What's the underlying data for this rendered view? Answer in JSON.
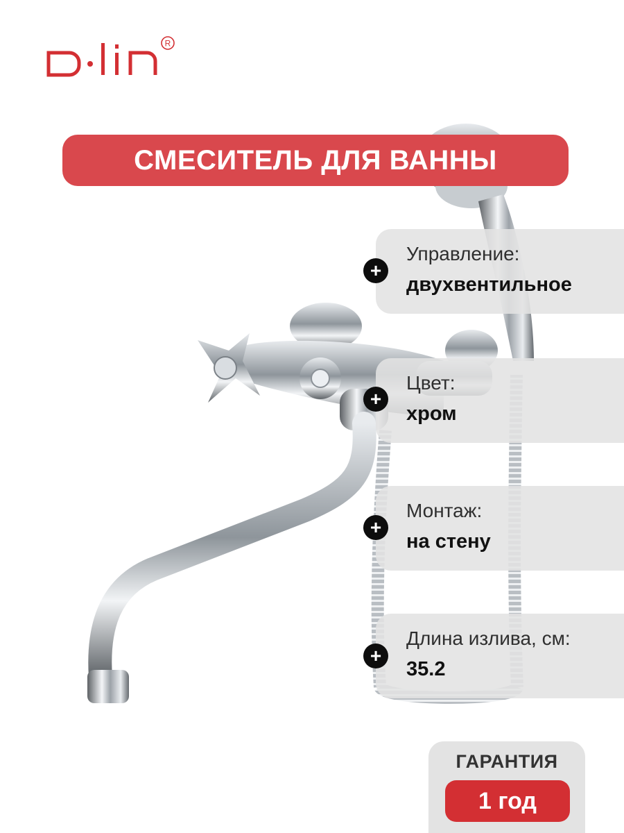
{
  "brand": {
    "logo_text": "D·lin",
    "registered_mark": "®",
    "color": "#d32f33"
  },
  "title": "СМЕСИТЕЛЬ ДЛЯ ВАННЫ",
  "specs": [
    {
      "label": "Управление:",
      "value": "двухвентильное",
      "icon": "plus-icon"
    },
    {
      "label": "Цвет:",
      "value": "хром",
      "icon": "plus-icon"
    },
    {
      "label": "Монтаж:",
      "value": "на стену",
      "icon": "plus-icon"
    },
    {
      "label": "Длина излива, см:",
      "value": "35.2",
      "icon": "plus-icon"
    }
  ],
  "warranty": {
    "label": "ГАРАНТИЯ",
    "value": "1 год"
  },
  "colors": {
    "banner": "#d9484d",
    "accent_red": "#d32f33",
    "card_gray": "#e2e2e2"
  }
}
